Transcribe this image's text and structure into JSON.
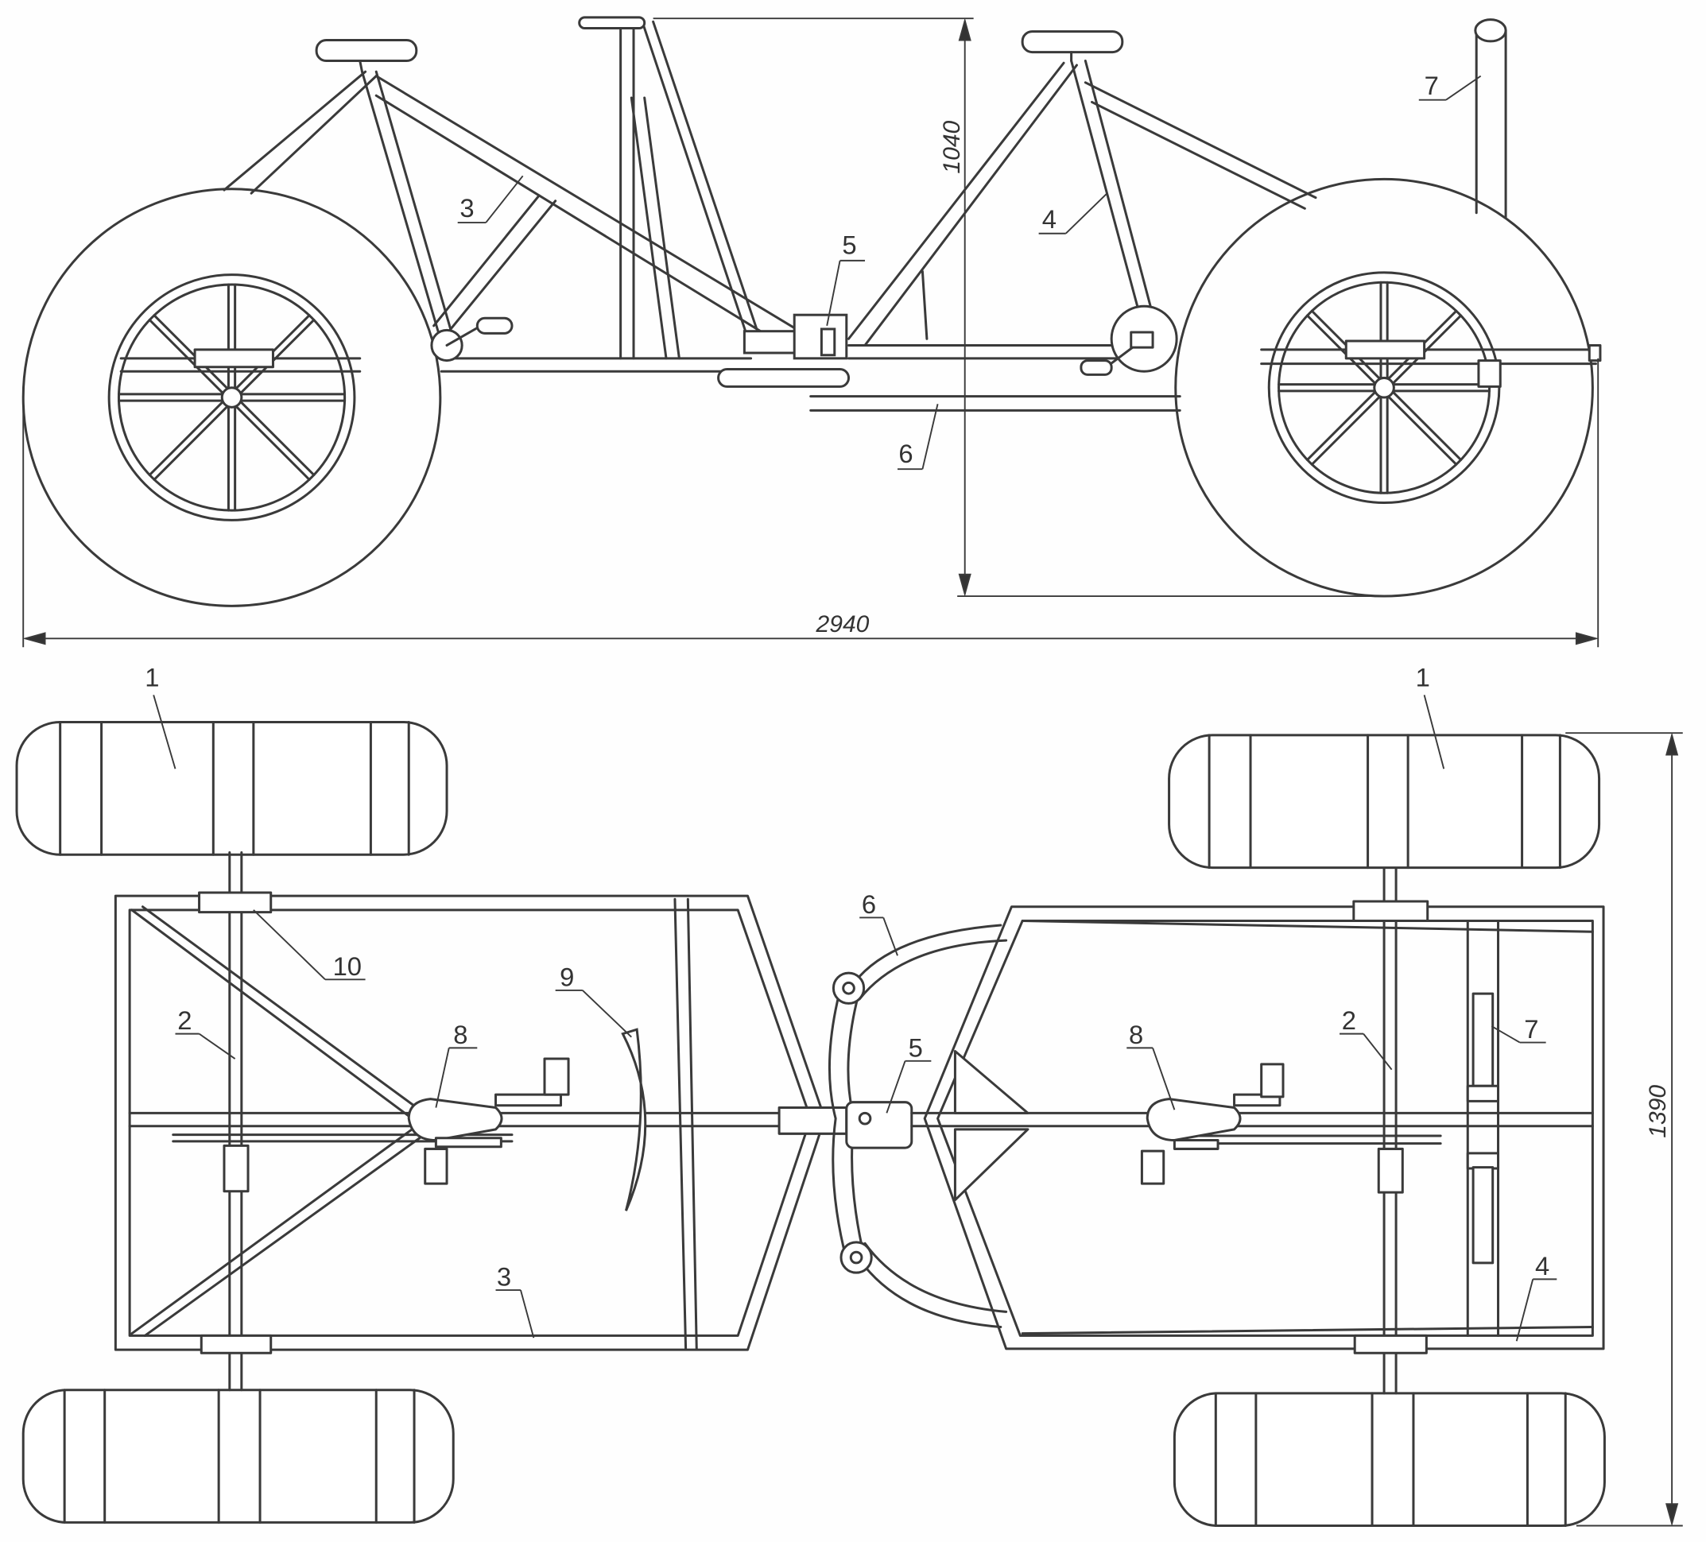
{
  "dimensions": {
    "overall_length": "2940",
    "overall_height": "1040",
    "overall_width": "1390"
  },
  "side_view_labels": {
    "rear_frame": "3",
    "front_frame": "4",
    "hitch": "5",
    "steering_link": "6",
    "handle_post": "7"
  },
  "top_view_labels": {
    "wheel_left": "1",
    "wheel_right": "1",
    "axle_left": "2",
    "axle_right": "2",
    "rear_frame": "3",
    "front_frame": "4",
    "hitch": "5",
    "steering_arc": "6",
    "handle_post": "7",
    "pedal_left": "8",
    "pedal_right": "8",
    "brake_arc": "9",
    "bearing": "10"
  },
  "colors": {
    "line": "#3a3a3a",
    "background": "#fefefe"
  }
}
